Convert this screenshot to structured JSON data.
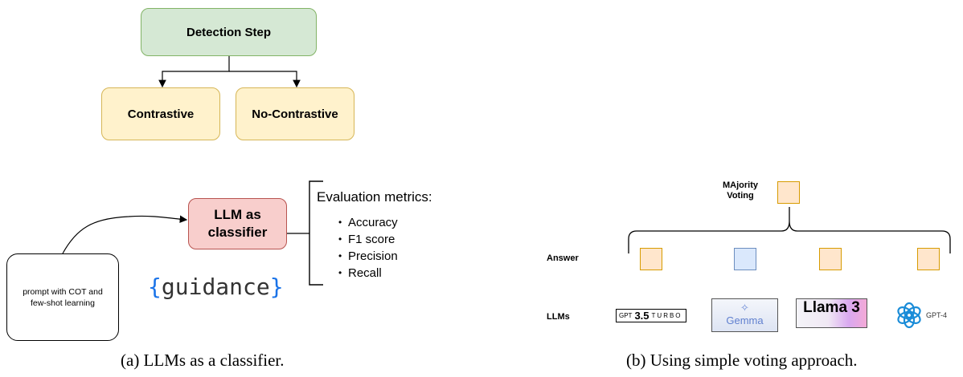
{
  "left": {
    "detection_step": "Detection Step",
    "contrastive": "Contrastive",
    "no_contrastive": "No-Contrastive",
    "llm_classifier_line1": "LLM as",
    "llm_classifier_line2": "classifier",
    "prompt_line1": "prompt with COT and",
    "prompt_line2": "few-shot learning",
    "guidance_logo": "{guidance}",
    "metrics_title": "Evaluation metrics:",
    "metrics": [
      "Accuracy",
      "F1 score",
      "Precision",
      "Recall"
    ],
    "caption": "(a) LLMs as a classifier."
  },
  "right": {
    "majority_line1": "MAjority",
    "majority_line2": "Voting",
    "answer_label": "Answer",
    "llms_label": "LLMs",
    "logos": {
      "gpt35_prefix": "GPT",
      "gpt35_version": "3.5",
      "gpt35_suffix": "TURBO",
      "gemma": "Gemma",
      "llama": "Llama 3",
      "gpt4": "GPT-4"
    },
    "caption": "(b) Using simple voting approach."
  },
  "colors": {
    "green_fill": "#d5e8d4",
    "yellow_fill": "#fff2cc",
    "red_fill": "#f8cecc",
    "orange_fill": "#ffe6cc",
    "blue_fill": "#dae8fc",
    "guidance_blue": "#1a73e8"
  }
}
